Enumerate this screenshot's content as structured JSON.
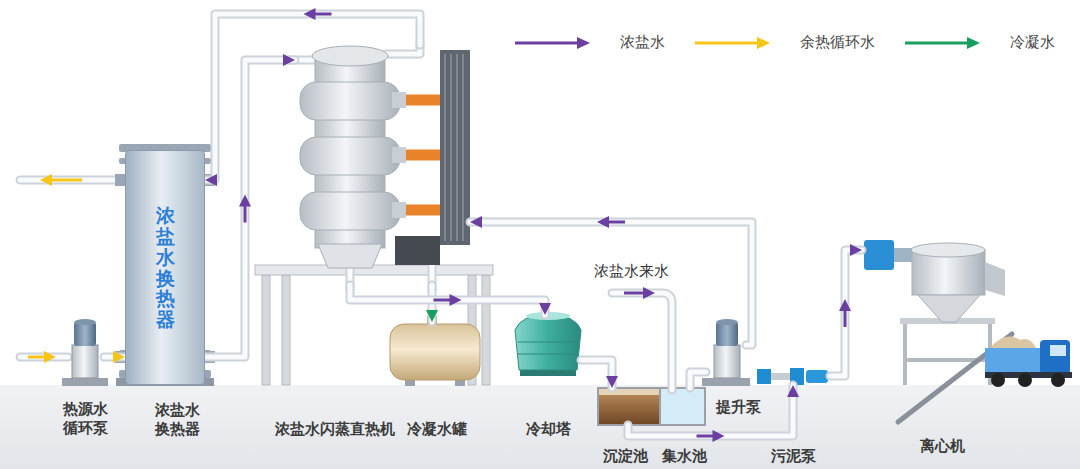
{
  "diagram": {
    "nodes": [
      {
        "text": [
          "热源水 循环泵"
        ]
      },
      {
        "text": [
          "浓盐水换热器",
          "浓盐水 换热器"
        ]
      },
      {
        "text": [
          "浓盐水闪蒸直热机"
        ]
      },
      {
        "text": [
          "冷凝水罐"
        ]
      },
      {
        "text": [
          "冷却塔"
        ]
      },
      {
        "text": [
          "沉淀池"
        ]
      },
      {
        "text": [
          "集水池"
        ]
      },
      {
        "text": [
          "提升泵"
        ]
      },
      {
        "text": [
          "污泥泵"
        ]
      },
      {
        "text": [
          "离心机"
        ]
      }
    ],
    "edges": [
      {
        "from": 0,
        "to": 1,
        "arrow": "to"
      },
      {
        "from": 1,
        "to": 2,
        "arrow": "to"
      },
      {
        "from": 2,
        "to": 1,
        "arrow": "to"
      },
      {
        "from": 2,
        "to": 3,
        "arrow": "to"
      },
      {
        "from": 2,
        "to": 4,
        "arrow": "to"
      },
      {
        "from": 4,
        "to": 5,
        "arrow": "to"
      },
      {
        "from": 6,
        "to": 7,
        "arrow": "none"
      },
      {
        "from": 7,
        "to": 2,
        "arrow": "to"
      },
      {
        "from": 5,
        "to": 8,
        "arrow": "to"
      },
      {
        "from": 8,
        "to": 9,
        "arrow": "to"
      }
    ],
    "labels": [
      "浓盐水来水"
    ],
    "legend": [
      {
        "text": "浓盐水",
        "color": "#6b3fa0"
      },
      {
        "text": "余热循环水",
        "color": "#f5c518"
      },
      {
        "text": "冷凝水",
        "color": "#17a05d"
      }
    ]
  }
}
